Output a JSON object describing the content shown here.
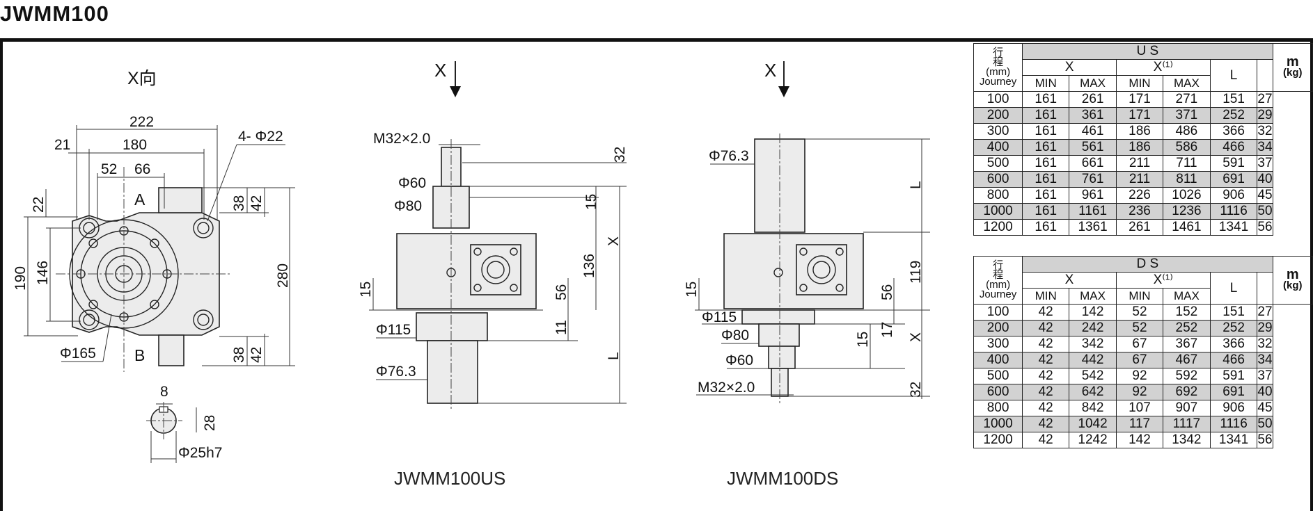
{
  "title": "JWMM100",
  "view_label": "X向",
  "models": {
    "us": {
      "caption": "JWMM100US",
      "arrow_label": "X"
    },
    "ds": {
      "caption": "JWMM100DS",
      "arrow_label": "X"
    }
  },
  "dims": {
    "side": {
      "d222": "222",
      "d21": "21",
      "d180": "180",
      "d52": "52",
      "d66": "66",
      "d4phi22": "4- Φ22",
      "dA": "A",
      "dB": "B",
      "d22": "22",
      "d38a": "38",
      "d42a": "42",
      "d190": "190",
      "d146": "146",
      "d280": "280",
      "d165": "Φ165",
      "d38b": "38",
      "d42b": "42"
    },
    "shaft": {
      "d8": "8",
      "d28": "28",
      "dphi25": "Φ25h7"
    },
    "us": {
      "m32": "M32×2.0",
      "d32": "32",
      "phi60": "Φ60",
      "phi80": "Φ80",
      "d15a": "15",
      "dX": "X",
      "d136": "136",
      "d15b": "15",
      "d56": "56",
      "d11": "11",
      "phi115": "Φ115",
      "phi763": "Φ76.3",
      "dL": "L"
    },
    "ds": {
      "phi763": "Φ76.3",
      "dL": "L",
      "d119": "119",
      "d15a": "15",
      "d56": "56",
      "phi115": "Φ115",
      "phi80": "Φ80",
      "d15b": "15",
      "d17": "17",
      "dX": "X",
      "phi60": "Φ60",
      "m32": "M32×2.0",
      "d32": "32"
    }
  },
  "tables": [
    {
      "head": {
        "journey_lines": [
          "行",
          "程",
          "(mm)",
          "Journey"
        ],
        "model": "U S",
        "x": "X",
        "x1": "X⁽¹⁾",
        "min": "MIN",
        "max": "MAX",
        "min1": "MIN",
        "max1": "MAX",
        "l": "L",
        "m": "m",
        "kg": "(kg)"
      },
      "rows": [
        [
          "100",
          "161",
          "261",
          "171",
          "271",
          "151",
          "27"
        ],
        [
          "200",
          "161",
          "361",
          "171",
          "371",
          "252",
          "29"
        ],
        [
          "300",
          "161",
          "461",
          "186",
          "486",
          "366",
          "32"
        ],
        [
          "400",
          "161",
          "561",
          "186",
          "586",
          "466",
          "34"
        ],
        [
          "500",
          "161",
          "661",
          "211",
          "711",
          "591",
          "37"
        ],
        [
          "600",
          "161",
          "761",
          "211",
          "811",
          "691",
          "40"
        ],
        [
          "800",
          "161",
          "961",
          "226",
          "1026",
          "906",
          "45"
        ],
        [
          "1000",
          "161",
          "1161",
          "236",
          "1236",
          "1116",
          "50"
        ],
        [
          "1200",
          "161",
          "1361",
          "261",
          "1461",
          "1341",
          "56"
        ]
      ]
    },
    {
      "head": {
        "journey_lines": [
          "行",
          "程",
          "(mm)",
          "Journey"
        ],
        "model": "D S",
        "x": "X",
        "x1": "X⁽¹⁾",
        "min": "MIN",
        "max": "MAX",
        "min1": "MIN",
        "max1": "MAX",
        "l": "L",
        "m": "m",
        "kg": "(kg)"
      },
      "rows": [
        [
          "100",
          "42",
          "142",
          "52",
          "152",
          "151",
          "27"
        ],
        [
          "200",
          "42",
          "242",
          "52",
          "252",
          "252",
          "29"
        ],
        [
          "300",
          "42",
          "342",
          "67",
          "367",
          "366",
          "32"
        ],
        [
          "400",
          "42",
          "442",
          "67",
          "467",
          "466",
          "34"
        ],
        [
          "500",
          "42",
          "542",
          "92",
          "592",
          "591",
          "37"
        ],
        [
          "600",
          "42",
          "642",
          "92",
          "692",
          "691",
          "40"
        ],
        [
          "800",
          "42",
          "842",
          "107",
          "907",
          "906",
          "45"
        ],
        [
          "1000",
          "42",
          "1042",
          "117",
          "1117",
          "1116",
          "50"
        ],
        [
          "1200",
          "42",
          "1242",
          "142",
          "1342",
          "1341",
          "56"
        ]
      ]
    }
  ]
}
